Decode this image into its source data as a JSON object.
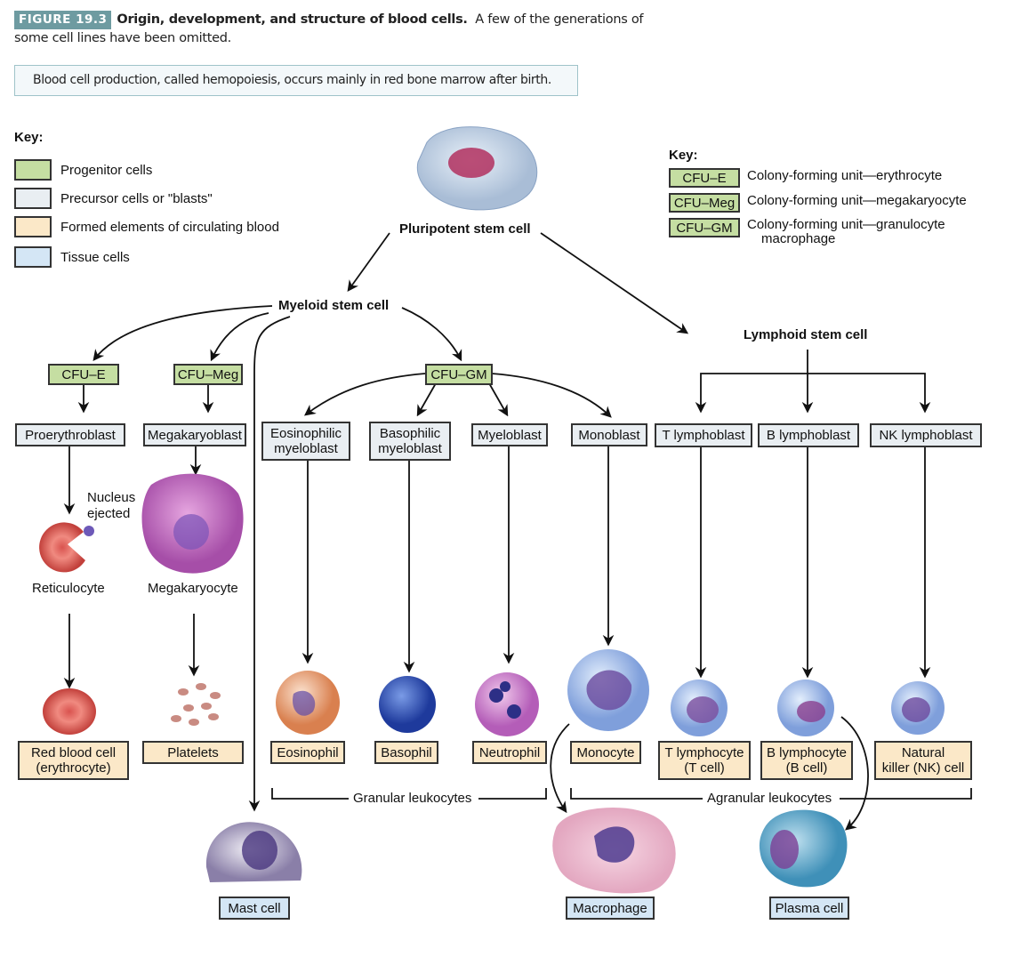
{
  "caption": {
    "figure_label": "FIGURE 19.3",
    "title": "Origin, development, and structure of blood cells.",
    "text": "A few of the generations of some cell lines have been omitted."
  },
  "note": "Blood cell production, called hemopoiesis, occurs mainly in red bone marrow after birth.",
  "key_left": {
    "title": "Key:",
    "items": [
      {
        "label": "Progenitor cells",
        "color": "#c5dea2"
      },
      {
        "label": "Precursor cells or \"blasts\"",
        "color": "#e9eef2"
      },
      {
        "label": "Formed elements of circulating blood",
        "color": "#fbe8c8"
      },
      {
        "label": "Tissue cells",
        "color": "#d4e6f5"
      }
    ]
  },
  "key_right": {
    "title": "Key:",
    "items": [
      {
        "abbr": "CFU–E",
        "label": "Colony-forming unit—erythrocyte"
      },
      {
        "abbr": "CFU–Meg",
        "label": "Colony-forming unit—megakaryocyte"
      },
      {
        "abbr": "CFU–GM",
        "label": "Colony-forming unit—granulocyte",
        "label2": "macrophage"
      }
    ]
  },
  "stem": {
    "pluripotent": "Pluripotent stem cell",
    "myeloid": "Myeloid stem cell",
    "lymphoid": "Lymphoid stem cell"
  },
  "progenitors": {
    "cfu_e": "CFU–E",
    "cfu_meg": "CFU–Meg",
    "cfu_gm": "CFU–GM"
  },
  "blasts": {
    "proerythroblast": "Proerythroblast",
    "megakaryoblast": "Megakaryoblast",
    "eosinophilic": [
      "Eosinophilic",
      "myeloblast"
    ],
    "basophilic": [
      "Basophilic",
      "myeloblast"
    ],
    "myeloblast": "Myeloblast",
    "monoblast": "Monoblast",
    "t_lymphoblast": "T lymphoblast",
    "b_lymphoblast": "B lymphoblast",
    "nk_lymphoblast": "NK lymphoblast"
  },
  "intermediates": {
    "nucleus_ejected": [
      "Nucleus",
      "ejected"
    ],
    "reticulocyte": "Reticulocyte",
    "megakaryocyte": "Megakaryocyte"
  },
  "formed": {
    "rbc": [
      "Red blood cell",
      "(erythrocyte)"
    ],
    "platelets": "Platelets",
    "eosinophil": "Eosinophil",
    "basophil": "Basophil",
    "neutrophil": "Neutrophil",
    "monocyte": "Monocyte",
    "t_cell": [
      "T lymphocyte",
      "(T cell)"
    ],
    "b_cell": [
      "B lymphocyte",
      "(B cell)"
    ],
    "nk_cell": [
      "Natural",
      "killer (NK) cell"
    ]
  },
  "groups": {
    "granular": "Granular leukocytes",
    "agranular": "Agranular leukocytes"
  },
  "tissue": {
    "mast": "Mast cell",
    "macrophage": "Macrophage",
    "plasma": "Plasma cell"
  }
}
